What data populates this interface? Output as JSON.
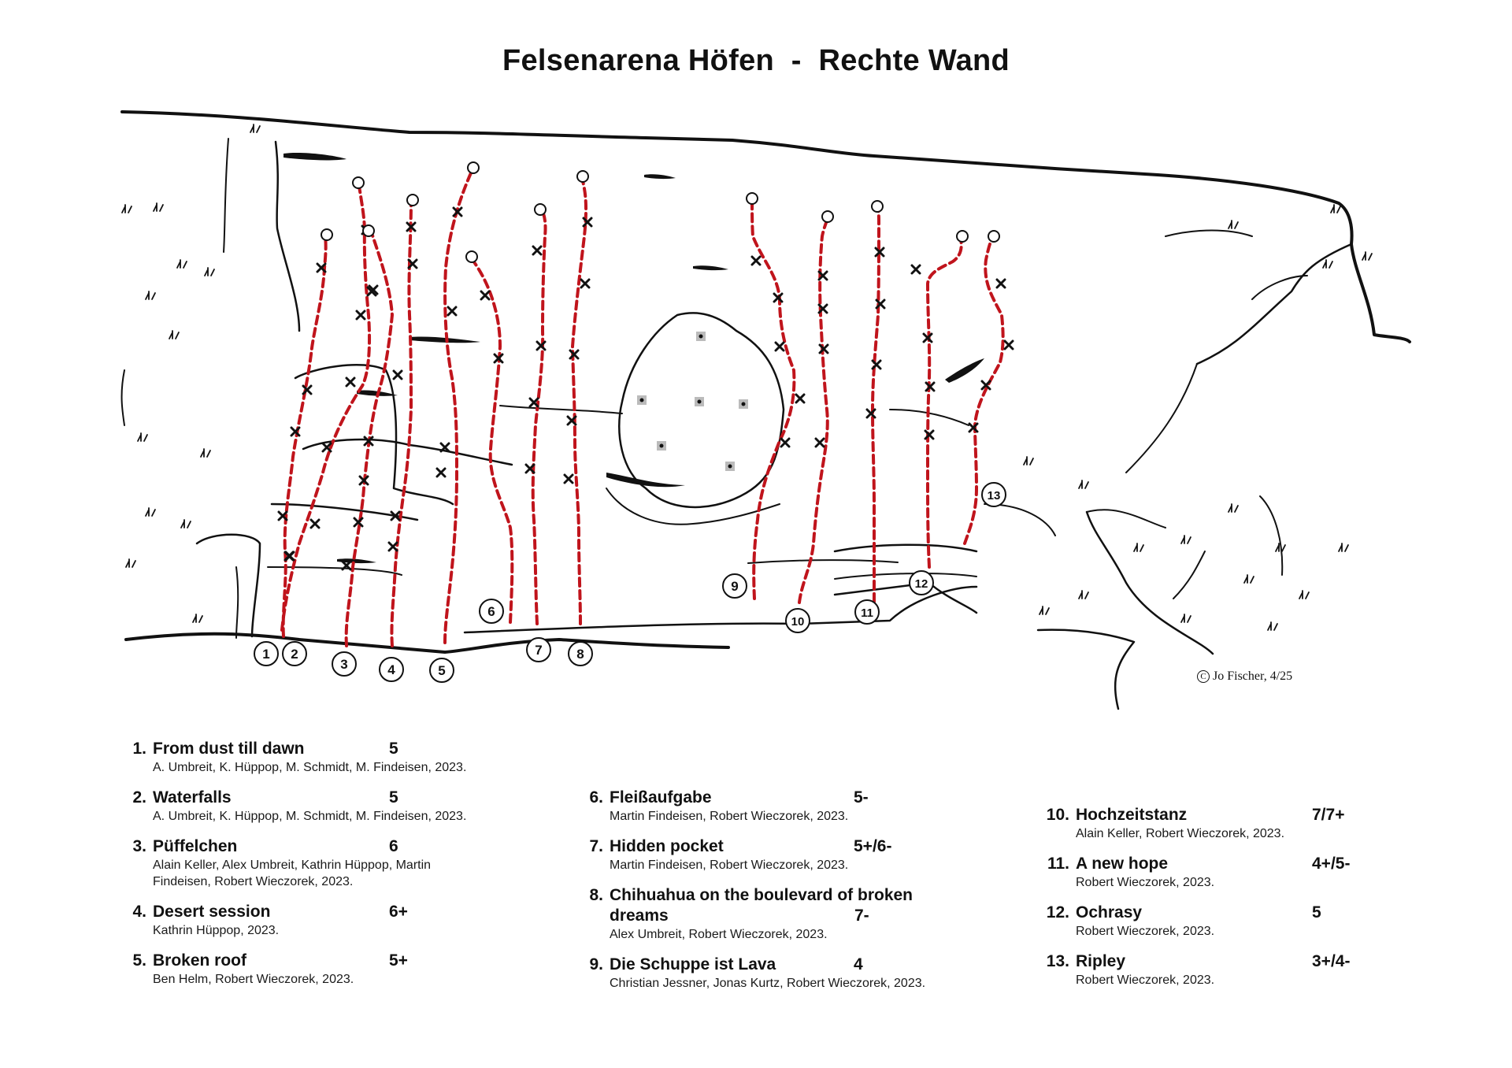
{
  "title": "Felsenarena Höfen  -  Rechte Wand",
  "copyright": "Jo Fischer, 4/25",
  "route_colors": {
    "line": "#c0141c",
    "bolt": "#111111",
    "rock": "#111111"
  },
  "topo_labels": [
    "1",
    "2",
    "3",
    "4",
    "5",
    "6",
    "7",
    "8",
    "9",
    "10",
    "11",
    "12",
    "13"
  ],
  "routes": [
    {
      "num": "1.",
      "name": "From dust till dawn",
      "grade": "5",
      "authors": "A. Umbreit, K. Hüppop, M. Schmidt, M. Findeisen, 2023."
    },
    {
      "num": "2.",
      "name": "Waterfalls",
      "grade": "5",
      "authors": "A. Umbreit, K. Hüppop, M. Schmidt, M. Findeisen, 2023."
    },
    {
      "num": "3.",
      "name": "Püffelchen",
      "grade": "6",
      "authors": "Alain Keller, Alex Umbreit, Kathrin Hüppop, Martin Findeisen, Robert Wieczorek, 2023."
    },
    {
      "num": "4.",
      "name": "Desert session",
      "grade": "6+",
      "authors": "Kathrin Hüppop, 2023."
    },
    {
      "num": "5.",
      "name": "Broken roof",
      "grade": "5+",
      "authors": "Ben Helm, Robert Wieczorek, 2023."
    },
    {
      "num": "6.",
      "name": "Fleißaufgabe",
      "grade": "5-",
      "authors": "Martin Findeisen, Robert Wieczorek, 2023."
    },
    {
      "num": "7.",
      "name": "Hidden pocket",
      "grade": "5+/6-",
      "authors": "Martin Findeisen, Robert Wieczorek, 2023."
    },
    {
      "num": "8.",
      "name": "Chihuahua on the boulevard of broken dreams",
      "grade": "7-",
      "authors": "Alex Umbreit, Robert Wieczorek, 2023."
    },
    {
      "num": "9.",
      "name": "Die Schuppe ist Lava",
      "grade": "4",
      "authors": "Christian Jessner, Jonas Kurtz, Robert Wieczorek, 2023."
    },
    {
      "num": "10.",
      "name": "Hochzeitstanz",
      "grade": "7/7+",
      "authors": "Alain Keller, Robert Wieczorek, 2023."
    },
    {
      "num": "11.",
      "name": "A new hope",
      "grade": "4+/5-",
      "authors": "Robert Wieczorek, 2023."
    },
    {
      "num": "12.",
      "name": "Ochrasy",
      "grade": "5",
      "authors": "Robert Wieczorek, 2023."
    },
    {
      "num": "13.",
      "name": "Ripley",
      "grade": "3+/4-",
      "authors": "Robert Wieczorek, 2023."
    }
  ]
}
